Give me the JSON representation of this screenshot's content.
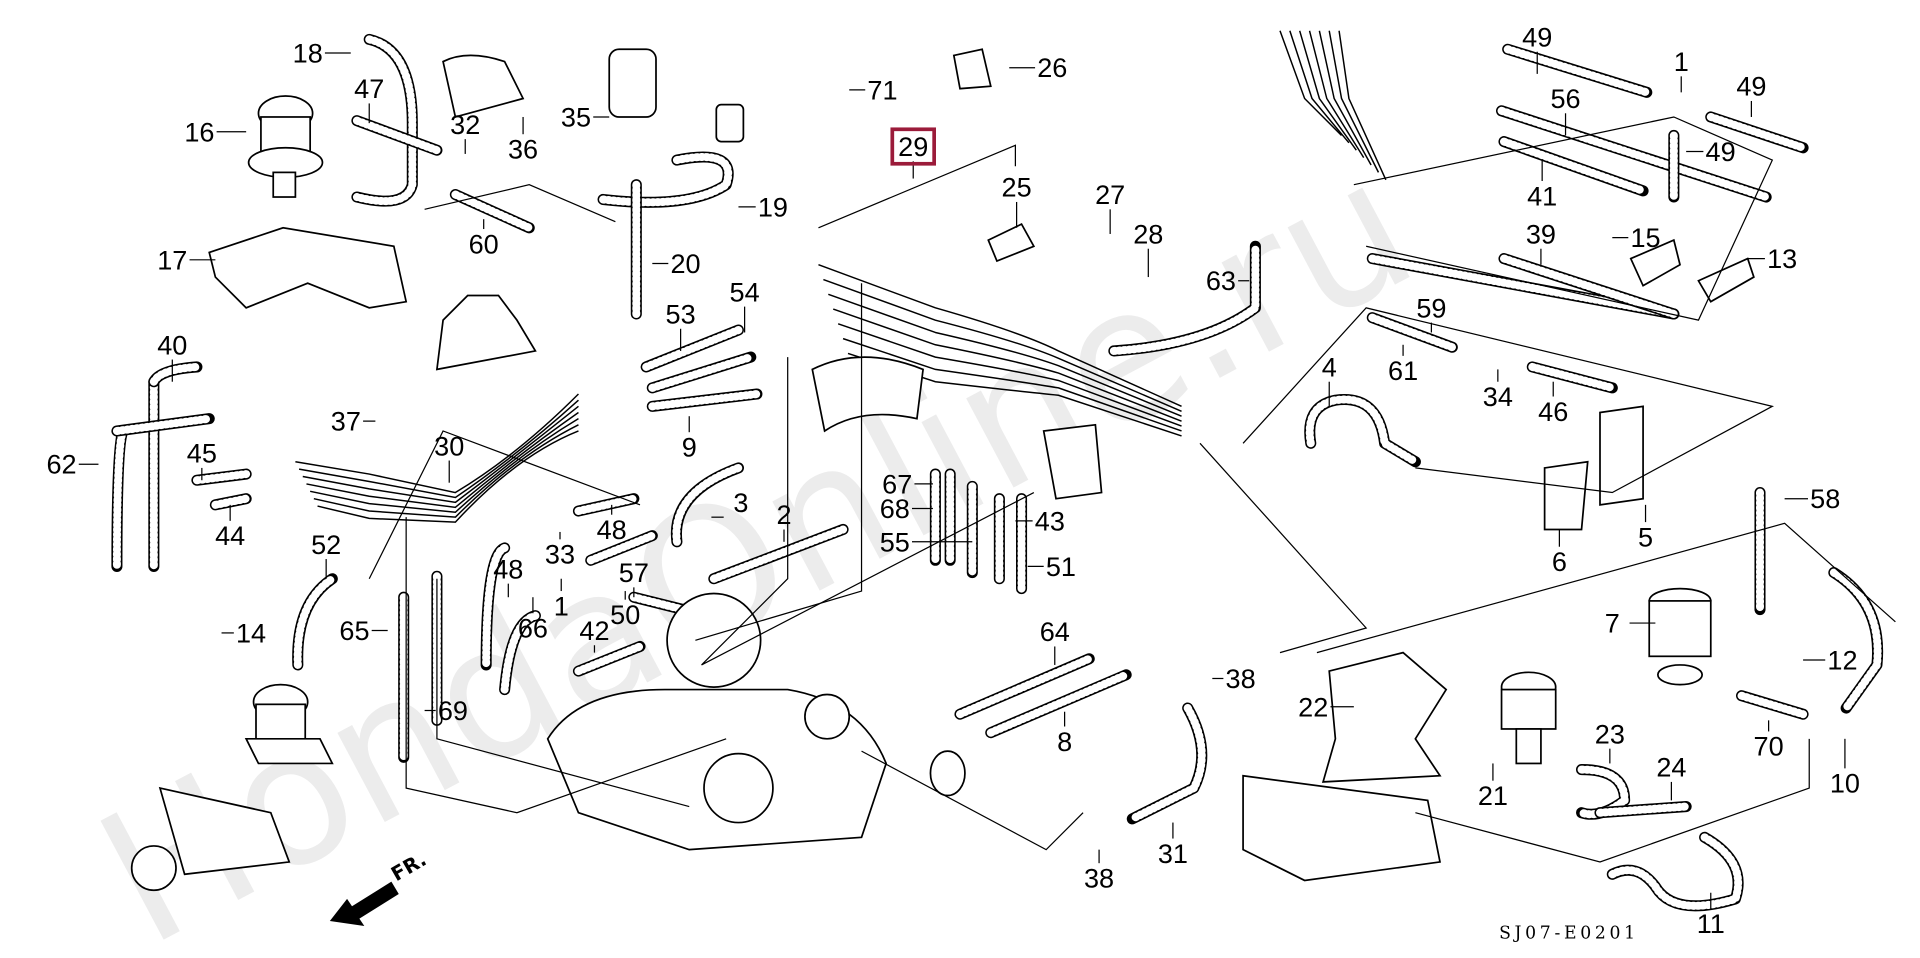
{
  "watermark": "HondaOnline.ru",
  "diagram_code": "SJ07-E0201",
  "front_marker": "FR.",
  "highlight_color": "#9b1b3a",
  "highlighted_callout": "29",
  "callouts": [
    "18",
    "47",
    "16",
    "32",
    "36",
    "35",
    "71",
    "26",
    "29",
    "25",
    "27",
    "28",
    "63",
    "19",
    "17",
    "60",
    "20",
    "53",
    "54",
    "40",
    "37",
    "30",
    "62",
    "45",
    "9",
    "3",
    "2",
    "44",
    "52",
    "14",
    "48",
    "33",
    "48",
    "57",
    "1",
    "66",
    "50",
    "42",
    "65",
    "69",
    "67",
    "68",
    "55",
    "43",
    "51",
    "64",
    "8",
    "38",
    "38",
    "31",
    "49",
    "1",
    "49",
    "56",
    "49",
    "41",
    "15",
    "13",
    "39",
    "59",
    "61",
    "34",
    "46",
    "4",
    "58",
    "5",
    "6",
    "7",
    "12",
    "22",
    "21",
    "23",
    "24",
    "70",
    "10",
    "11"
  ]
}
